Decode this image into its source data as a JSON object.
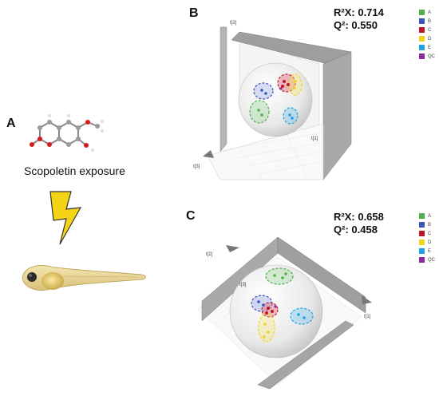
{
  "panel_a": {
    "letter": "A",
    "caption": "Scopoletin exposure"
  },
  "panel_b": {
    "letter": "B",
    "r2x_label": "R²X:",
    "r2x_value": "0.714",
    "q2_label": "Q²:",
    "q2_value": "0.550",
    "axes": [
      "t[1]",
      "t[2]",
      "t[3]"
    ]
  },
  "panel_c": {
    "letter": "C",
    "r2x_label": "R²X:",
    "r2x_value": "0.658",
    "q2_label": "Q²:",
    "q2_value": "0.458",
    "axes": [
      "t[1]",
      "t[2]",
      "t[3]"
    ]
  },
  "legend": [
    {
      "label": "A",
      "color": "#4db04a"
    },
    {
      "label": "B",
      "color": "#3a55b5"
    },
    {
      "label": "C",
      "color": "#c0162a"
    },
    {
      "label": "D",
      "color": "#f2d31b"
    },
    {
      "label": "E",
      "color": "#1fa3e0"
    },
    {
      "label": "QC",
      "color": "#8a2a9c"
    }
  ],
  "icons": [
    "molecule-icon",
    "lightning-bolt-icon",
    "zebrafish-larva-image"
  ]
}
